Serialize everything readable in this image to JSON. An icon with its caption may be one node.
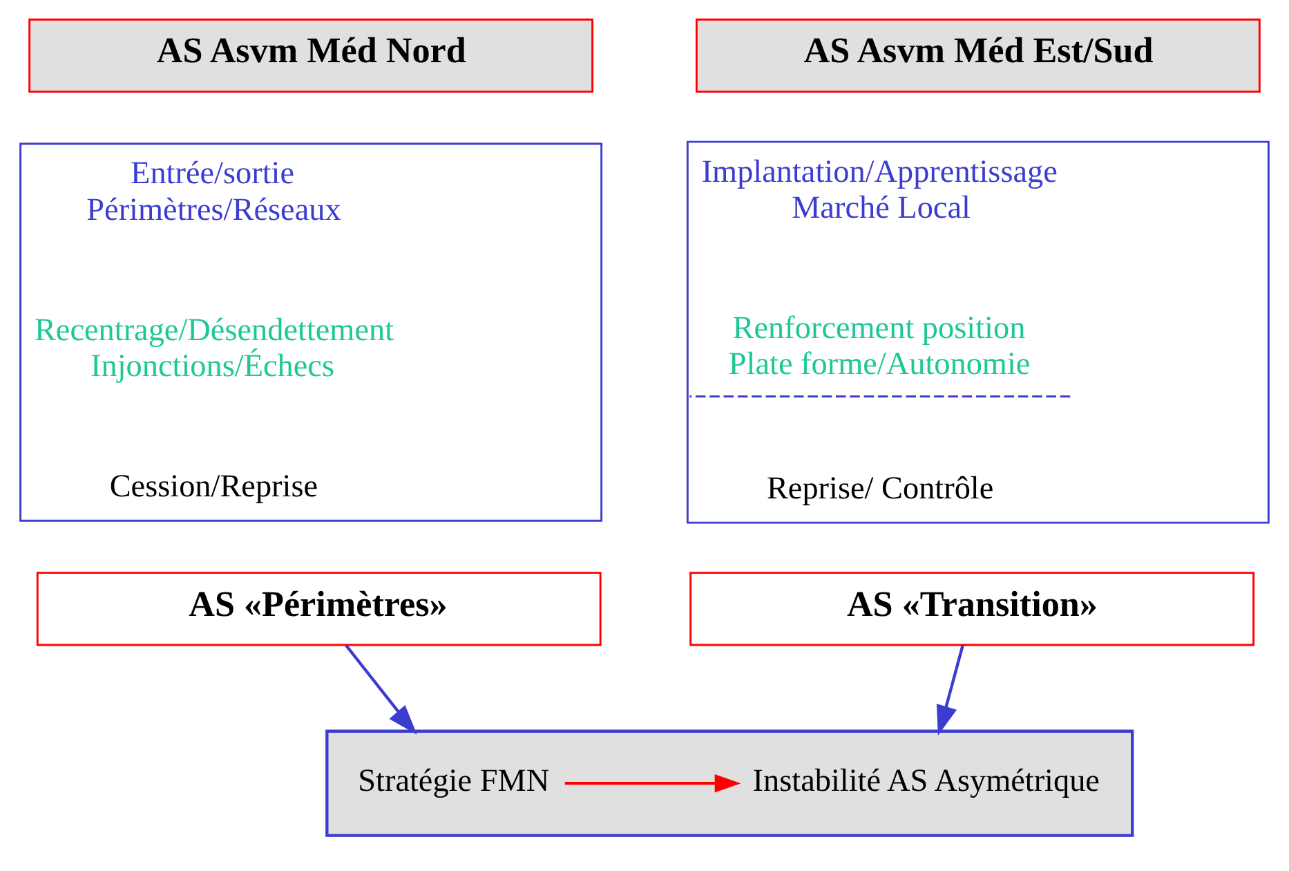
{
  "diagram": {
    "nodes": [
      {
        "text": [
          "AS Asvm Méd Nord"
        ]
      },
      {
        "text": [
          "Entrée/sortie Périmètres/Réseaux",
          "Recentrage/Désendettement Injonctions/Échecs",
          "Cession/Reprise"
        ]
      },
      {
        "text": [
          "AS Asvm Méd Est/Sud"
        ]
      },
      {
        "text": [
          "Implantation/Apprentissage Marché Local",
          "Renforcement position Plate forme/Autonomie",
          "Reprise/ Contrôle"
        ]
      },
      {
        "text": [
          "AS «Périmètres»"
        ]
      },
      {
        "text": [
          "AS «Transition»"
        ]
      },
      {
        "text": [],
        "shape": "box"
      },
      {
        "text": [
          "Stratégie FMN"
        ],
        "in": 6
      },
      {
        "text": [
          "Instabilité AS Asymétrique"
        ],
        "in": 6
      }
    ],
    "edges": [
      {
        "from": 7,
        "to": 8,
        "arrow": "to",
        "color": "#ff0000"
      },
      {
        "from": 4,
        "to": 6,
        "arrow": "to"
      },
      {
        "from": 5,
        "to": 6,
        "arrow": "to"
      }
    ]
  }
}
